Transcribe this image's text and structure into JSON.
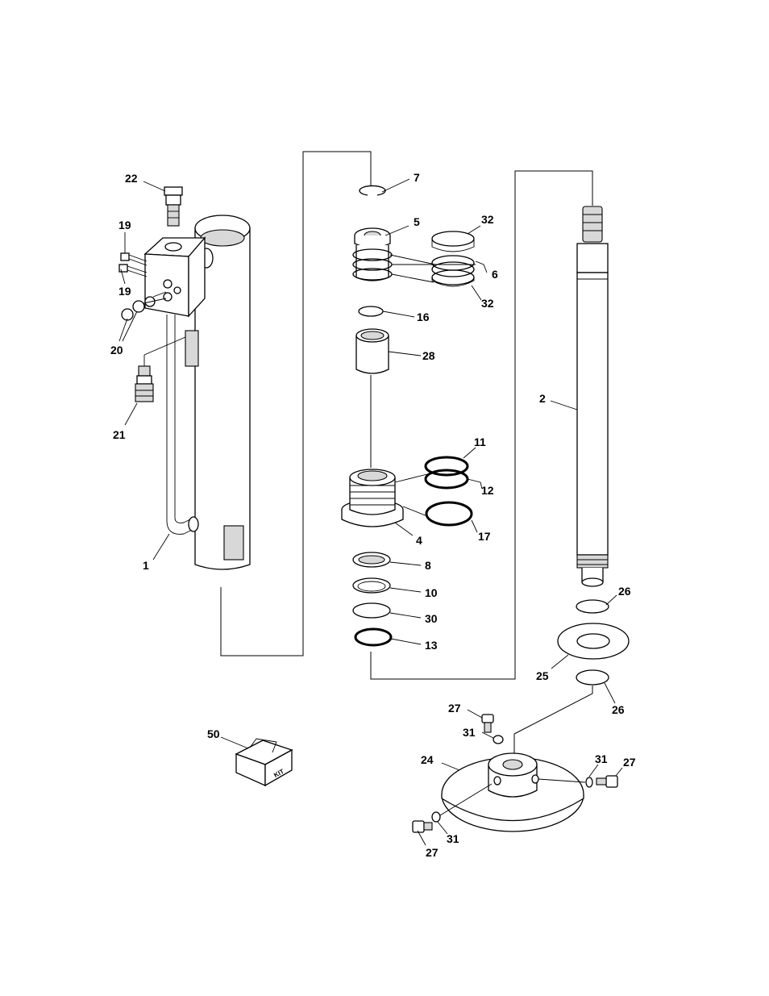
{
  "labels": {
    "p1": "1",
    "p2": "2",
    "p4": "4",
    "p5": "5",
    "p6": "6",
    "p7": "7",
    "p8": "8",
    "p10": "10",
    "p11": "11",
    "p12": "12",
    "p13": "13",
    "p16": "16",
    "p17": "17",
    "p19": "19",
    "p20": "20",
    "p21": "21",
    "p22": "22",
    "p24": "24",
    "p25": "25",
    "p26": "26",
    "p27": "27",
    "p28": "28",
    "p30": "30",
    "p31": "31",
    "p32": "32",
    "p50": "50"
  },
  "kit_text": "KIT"
}
